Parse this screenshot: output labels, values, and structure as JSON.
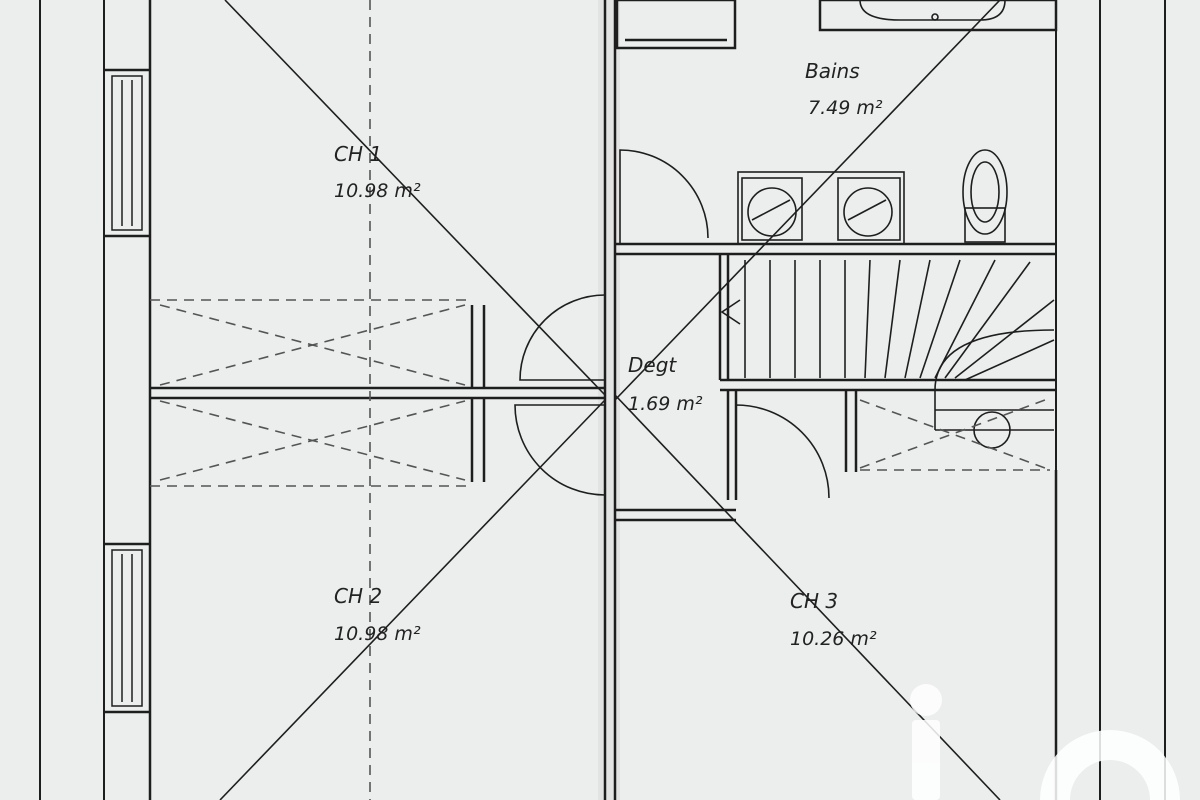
{
  "rooms": {
    "ch1": {
      "name": "CH 1",
      "area": "10.98 m²"
    },
    "ch2": {
      "name": "CH 2",
      "area": "10.98 m²"
    },
    "ch3": {
      "name": "CH 3",
      "area": "10.26 m²"
    },
    "bains": {
      "name": "Bains",
      "area": "7.49 m²"
    },
    "degt": {
      "name": "Degt",
      "area": "1.69 m²"
    }
  },
  "colors": {
    "paper": "#eceded",
    "ink": "#1e1e1e",
    "dashed": "#555555"
  }
}
